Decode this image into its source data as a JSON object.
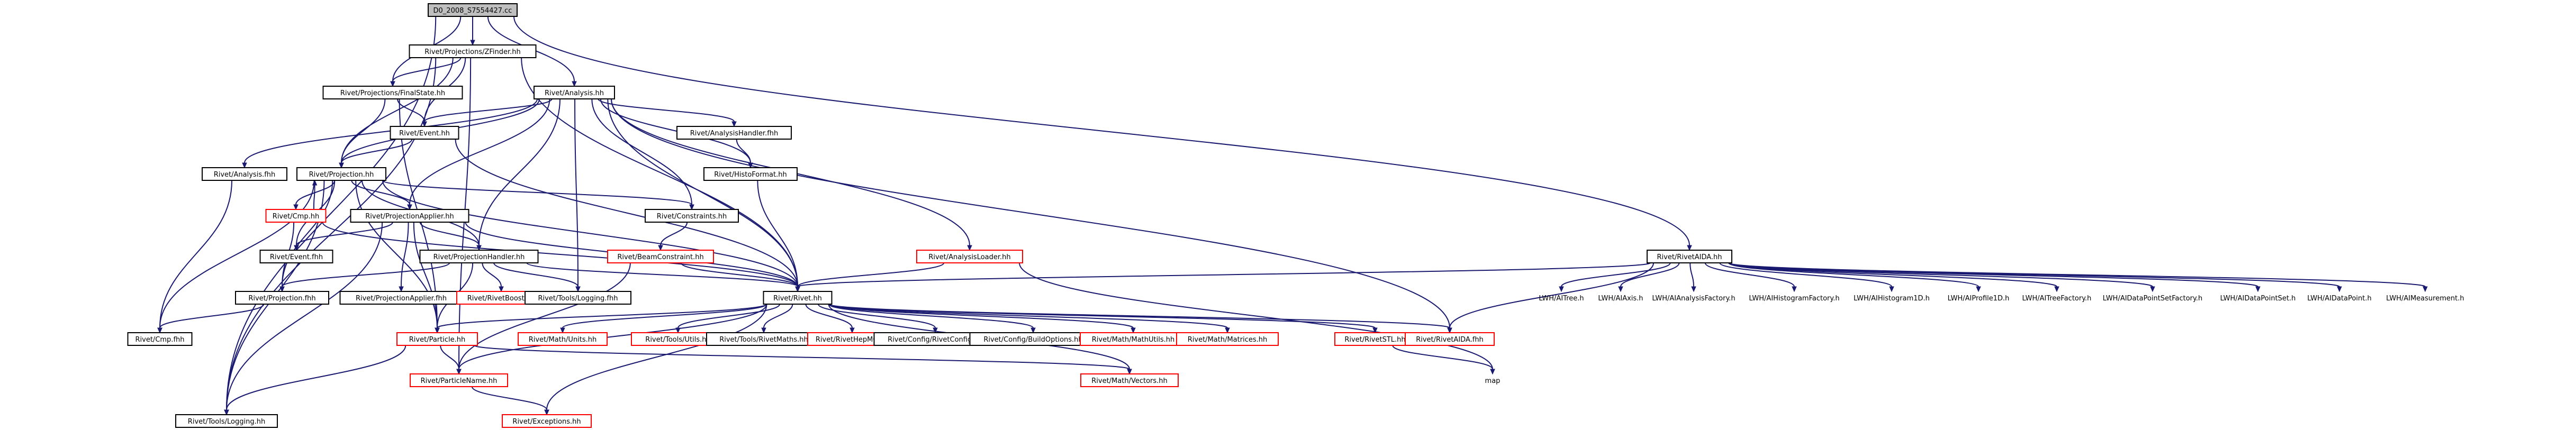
{
  "diagram": {
    "colors": {
      "edge": "#191970",
      "node_border_black": "#000000",
      "node_border_red": "#ff0000",
      "root_fill": "#bfbfbf",
      "node_fill": "#ffffff"
    },
    "nodes": [
      {
        "id": "root",
        "label": "D0_2008_S7554427.cc",
        "style": "root"
      },
      {
        "id": "zfinder",
        "label": "Rivet/Projections/ZFinder.hh",
        "style": "black"
      },
      {
        "id": "finalstate",
        "label": "Rivet/Projections/FinalState.hh",
        "style": "black"
      },
      {
        "id": "analysis",
        "label": "Rivet/Analysis.hh",
        "style": "black"
      },
      {
        "id": "analysisfh",
        "label": "Rivet/Analysis.fhh",
        "style": "black"
      },
      {
        "id": "event",
        "label": "Rivet/Event.hh",
        "style": "black"
      },
      {
        "id": "projection",
        "label": "Rivet/Projection.hh",
        "style": "black"
      },
      {
        "id": "cmphh",
        "label": "Rivet/Cmp.hh",
        "style": "red"
      },
      {
        "id": "projapplier",
        "label": "Rivet/ProjectionApplier.hh",
        "style": "black"
      },
      {
        "id": "eventfhh",
        "label": "Rivet/Event.fhh",
        "style": "black"
      },
      {
        "id": "projfhh",
        "label": "Rivet/Projection.fhh",
        "style": "black"
      },
      {
        "id": "cmpfhh",
        "label": "Rivet/Cmp.fhh",
        "style": "black"
      },
      {
        "id": "logging",
        "label": "Rivet/Tools/Logging.hh",
        "style": "black"
      },
      {
        "id": "projhandler",
        "label": "Rivet/ProjectionHandler.hh",
        "style": "black"
      },
      {
        "id": "projapplierfhh",
        "label": "Rivet/ProjectionApplier.fhh",
        "style": "black"
      },
      {
        "id": "rivetboost",
        "label": "Rivet/RivetBoost.hh",
        "style": "red"
      },
      {
        "id": "loggingfhh",
        "label": "Rivet/Tools/Logging.fhh",
        "style": "black"
      },
      {
        "id": "analysishandlerfhh",
        "label": "Rivet/AnalysisHandler.fhh",
        "style": "black"
      },
      {
        "id": "histoformat",
        "label": "Rivet/HistoFormat.hh",
        "style": "black"
      },
      {
        "id": "constraints",
        "label": "Rivet/Constraints.hh",
        "style": "black"
      },
      {
        "id": "beamconstraint",
        "label": "Rivet/BeamConstraint.hh",
        "style": "red"
      },
      {
        "id": "analysisloader",
        "label": "Rivet/AnalysisLoader.hh",
        "style": "red"
      },
      {
        "id": "rivethh",
        "label": "Rivet/Rivet.hh",
        "style": "black"
      },
      {
        "id": "particle",
        "label": "Rivet/Particle.hh",
        "style": "red"
      },
      {
        "id": "particlename",
        "label": "Rivet/ParticleName.hh",
        "style": "red"
      },
      {
        "id": "exceptions",
        "label": "Rivet/Exceptions.hh",
        "style": "red"
      },
      {
        "id": "units",
        "label": "Rivet/Math/Units.hh",
        "style": "red"
      },
      {
        "id": "utils",
        "label": "Rivet/Tools/Utils.hh",
        "style": "red"
      },
      {
        "id": "rivetmaths",
        "label": "Rivet/Tools/RivetMaths.hh",
        "style": "black"
      },
      {
        "id": "rivethepmc",
        "label": "Rivet/RivetHepMC.hh",
        "style": "red"
      },
      {
        "id": "rivetconfig",
        "label": "Rivet/Config/RivetConfig.hh",
        "style": "black"
      },
      {
        "id": "buildoptions",
        "label": "Rivet/Config/BuildOptions.hh",
        "style": "black"
      },
      {
        "id": "mathutils",
        "label": "Rivet/Math/MathUtils.hh",
        "style": "red"
      },
      {
        "id": "matrices",
        "label": "Rivet/Math/Matrices.hh",
        "style": "red"
      },
      {
        "id": "vectors",
        "label": "Rivet/Math/Vectors.hh",
        "style": "red"
      },
      {
        "id": "rivetstl",
        "label": "Rivet/RivetSTL.hh",
        "style": "red"
      },
      {
        "id": "rivetaidafhh",
        "label": "Rivet/RivetAIDA.fhh",
        "style": "red"
      },
      {
        "id": "map",
        "label": "map",
        "style": "none"
      },
      {
        "id": "rivetaidahh",
        "label": "Rivet/RivetAIDA.hh",
        "style": "black"
      },
      {
        "id": "itree",
        "label": "LWH/AITree.h",
        "style": "none"
      },
      {
        "id": "iaxis",
        "label": "LWH/AIAxis.h",
        "style": "none"
      },
      {
        "id": "ianalysisfactory",
        "label": "LWH/AIAnalysisFactory.h",
        "style": "none"
      },
      {
        "id": "ihistogramfactory",
        "label": "LWH/AIHistogramFactory.h",
        "style": "none"
      },
      {
        "id": "ihistogram1d",
        "label": "LWH/AIHistogram1D.h",
        "style": "none"
      },
      {
        "id": "iprofile1d",
        "label": "LWH/AIProfile1D.h",
        "style": "none"
      },
      {
        "id": "itreefactory",
        "label": "LWH/AITreeFactory.h",
        "style": "none"
      },
      {
        "id": "idpsfactory",
        "label": "LWH/AIDataPointSetFactory.h",
        "style": "none"
      },
      {
        "id": "idpset",
        "label": "LWH/AIDataPointSet.h",
        "style": "none"
      },
      {
        "id": "idp",
        "label": "LWH/AIDataPoint.h",
        "style": "none"
      },
      {
        "id": "imeasurement",
        "label": "LWH/AIMeasurement.h",
        "style": "none"
      }
    ],
    "edges": [
      [
        "root",
        "zfinder"
      ],
      [
        "root",
        "finalstate"
      ],
      [
        "root",
        "analysis"
      ],
      [
        "root",
        "logging"
      ],
      [
        "root",
        "rivetaidahh"
      ],
      [
        "zfinder",
        "finalstate"
      ],
      [
        "zfinder",
        "event"
      ],
      [
        "zfinder",
        "projection"
      ],
      [
        "zfinder",
        "particlename"
      ],
      [
        "zfinder",
        "logging"
      ],
      [
        "zfinder",
        "rivethh"
      ],
      [
        "finalstate",
        "projection"
      ],
      [
        "finalstate",
        "event"
      ],
      [
        "finalstate",
        "particle"
      ],
      [
        "analysis",
        "analysisfh"
      ],
      [
        "analysis",
        "event"
      ],
      [
        "analysis",
        "projection"
      ],
      [
        "analysis",
        "projapplier"
      ],
      [
        "analysis",
        "projhandler"
      ],
      [
        "analysis",
        "constraints"
      ],
      [
        "analysis",
        "analysisloader"
      ],
      [
        "analysis",
        "analysishandlerfhh"
      ],
      [
        "analysis",
        "histoformat"
      ],
      [
        "analysis",
        "loggingfhh"
      ],
      [
        "analysis",
        "rivetaidafhh"
      ],
      [
        "analysis",
        "rivethh"
      ],
      [
        "analysisfh",
        "cmpfhh"
      ],
      [
        "event",
        "projection"
      ],
      [
        "event",
        "rivethh"
      ],
      [
        "projection",
        "cmphh"
      ],
      [
        "projection",
        "projapplier"
      ],
      [
        "projection",
        "projhandler"
      ],
      [
        "projection",
        "constraints"
      ],
      [
        "projection",
        "eventfhh"
      ],
      [
        "projection",
        "projfhh"
      ],
      [
        "projection",
        "cmpfhh"
      ],
      [
        "projection",
        "logging"
      ],
      [
        "projection",
        "particle"
      ],
      [
        "projection",
        "rivethh"
      ],
      [
        "cmphh",
        "projfhh"
      ],
      [
        "cmphh",
        "projection"
      ],
      [
        "cmphh",
        "rivethh"
      ],
      [
        "projapplier",
        "eventfhh"
      ],
      [
        "projapplier",
        "projapplierfhh"
      ],
      [
        "projapplier",
        "projhandler"
      ],
      [
        "projapplier",
        "logging"
      ],
      [
        "projapplier",
        "particle"
      ],
      [
        "projapplier",
        "rivethh"
      ],
      [
        "projhandler",
        "projfhh"
      ],
      [
        "projhandler",
        "rivetboost"
      ],
      [
        "projhandler",
        "loggingfhh"
      ],
      [
        "projhandler",
        "particle"
      ],
      [
        "projhandler",
        "rivethh"
      ],
      [
        "projfhh",
        "cmpfhh"
      ],
      [
        "analysishandlerfhh",
        "histoformat"
      ],
      [
        "histoformat",
        "rivethh"
      ],
      [
        "constraints",
        "beamconstraint"
      ],
      [
        "beamconstraint",
        "rivethh"
      ],
      [
        "beamconstraint",
        "particlename"
      ],
      [
        "analysisloader",
        "rivethh"
      ],
      [
        "analysisloader",
        "map"
      ],
      [
        "rivethh",
        "particle"
      ],
      [
        "rivethh",
        "particlename"
      ],
      [
        "rivethh",
        "exceptions"
      ],
      [
        "rivethh",
        "units"
      ],
      [
        "rivethh",
        "utils"
      ],
      [
        "rivethh",
        "rivetmaths"
      ],
      [
        "rivethh",
        "rivethepmc"
      ],
      [
        "rivethh",
        "rivetconfig"
      ],
      [
        "rivethh",
        "buildoptions"
      ],
      [
        "rivethh",
        "mathutils"
      ],
      [
        "rivethh",
        "matrices"
      ],
      [
        "rivethh",
        "vectors"
      ],
      [
        "rivethh",
        "rivetstl"
      ],
      [
        "rivethh",
        "rivetaidafhh"
      ],
      [
        "particle",
        "particlename"
      ],
      [
        "particle",
        "logging"
      ],
      [
        "particle",
        "vectors"
      ],
      [
        "particlename",
        "exceptions"
      ],
      [
        "rivetstl",
        "map"
      ],
      [
        "rivetaidahh",
        "rivethh"
      ],
      [
        "rivetaidahh",
        "rivetaidafhh"
      ],
      [
        "rivetaidahh",
        "itree"
      ],
      [
        "rivetaidahh",
        "iaxis"
      ],
      [
        "rivetaidahh",
        "ianalysisfactory"
      ],
      [
        "rivetaidahh",
        "ihistogramfactory"
      ],
      [
        "rivetaidahh",
        "ihistogram1d"
      ],
      [
        "rivetaidahh",
        "iprofile1d"
      ],
      [
        "rivetaidahh",
        "itreefactory"
      ],
      [
        "rivetaidahh",
        "idpsfactory"
      ],
      [
        "rivetaidahh",
        "idpset"
      ],
      [
        "rivetaidahh",
        "idp"
      ],
      [
        "rivetaidahh",
        "imeasurement"
      ]
    ]
  }
}
